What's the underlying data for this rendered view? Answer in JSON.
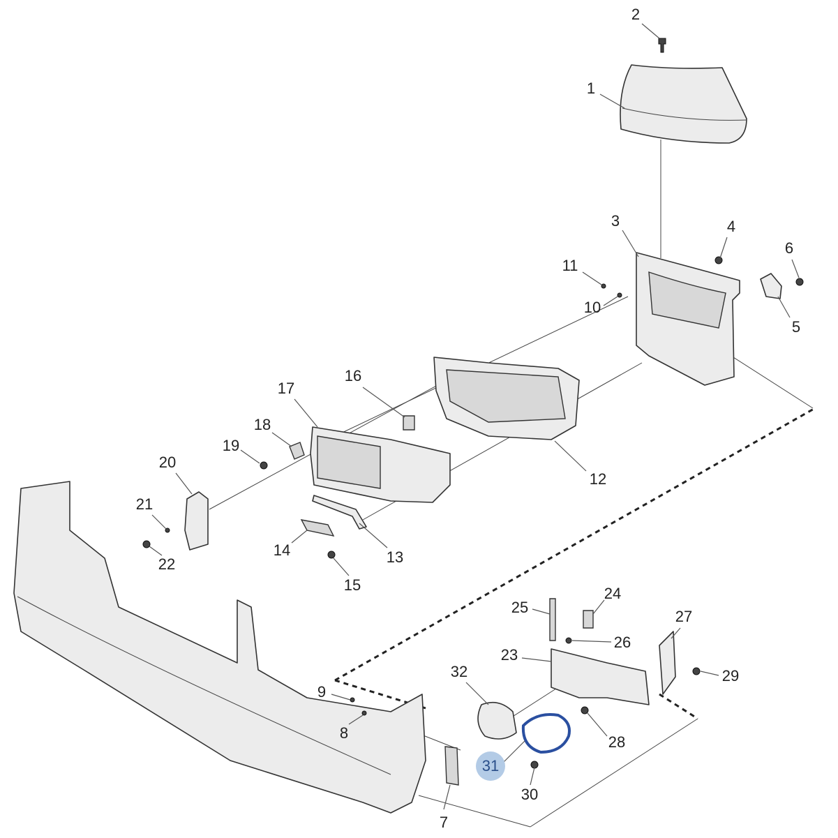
{
  "diagram": {
    "title": "Front bumper and grille assembly exploded view",
    "highlight_color": "#2a4fa0",
    "highlight_badge_color": "#b3cbe6",
    "highlighted_callout": "31"
  },
  "callouts": {
    "c1": "1",
    "c2": "2",
    "c3": "3",
    "c4": "4",
    "c5": "5",
    "c6": "6",
    "c7": "7",
    "c8": "8",
    "c9": "9",
    "c10": "10",
    "c11": "11",
    "c12": "12",
    "c13": "13",
    "c14": "14",
    "c15": "15",
    "c16": "16",
    "c17": "17",
    "c18": "18",
    "c19": "19",
    "c20": "20",
    "c21": "21",
    "c22": "22",
    "c23": "23",
    "c24": "24",
    "c25": "25",
    "c26": "26",
    "c27": "27",
    "c28": "28",
    "c29": "29",
    "c30": "30",
    "c31": "31",
    "c32": "32"
  }
}
